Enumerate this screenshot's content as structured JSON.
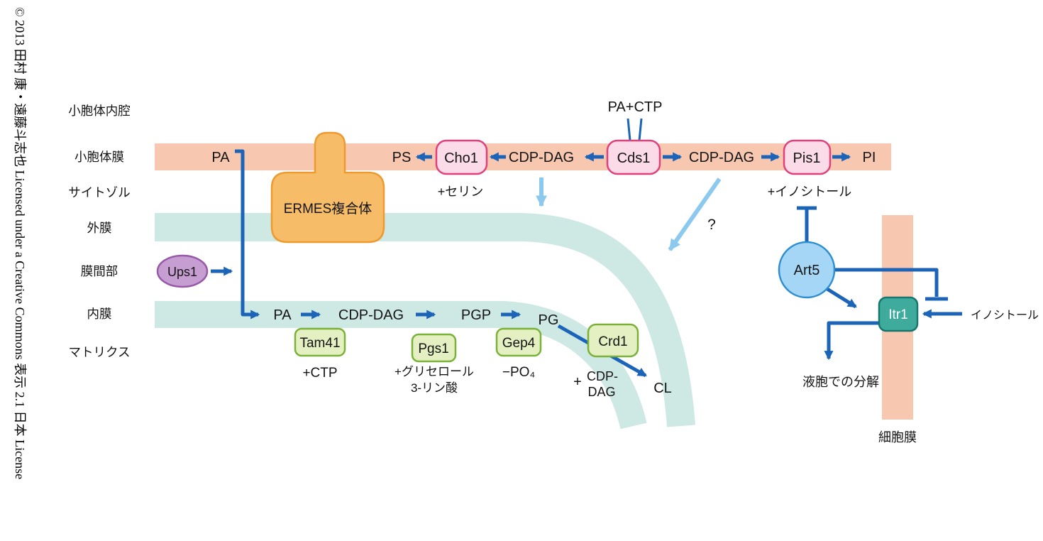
{
  "copyright": "© 2013 田村 康・遠藤斗志也 Licensed under a Creative Commons 表示 2.1 日本 License",
  "colors": {
    "er_membrane": "#f7c7b0",
    "plasma_membrane": "#f7c7b0",
    "mito_membrane": "#cee8e4",
    "arrow_blue": "#1c64b8",
    "arrow_light_blue": "#8cc9ef",
    "ermes_fill": "#f6bc68",
    "ermes_stroke": "#ee9a2e",
    "er_enzyme_fill": "#fadbe7",
    "er_enzyme_stroke": "#e0417d",
    "green_enzyme_fill": "#e4f0c2",
    "green_enzyme_stroke": "#7ab238",
    "ups1_fill": "#c79ed2",
    "ups1_stroke": "#9659a8",
    "art5_fill": "#a5d6f6",
    "art5_stroke": "#2d8ed2",
    "itr1_fill": "#3fab9d",
    "itr1_stroke": "#15776d"
  },
  "compartments": {
    "er_lumen": "小胞体内腔",
    "er_membrane": "小胞体膜",
    "cytosol": "サイトゾル",
    "outer_membrane": "外膜",
    "intermembrane_space": "膜間部",
    "inner_membrane": "内膜",
    "matrix": "マトリクス",
    "plasma_membrane": "細胞膜"
  },
  "er_pathway": {
    "pa": "PA",
    "ps": "PS",
    "cho1": "Cho1",
    "cho1_substrate": "+セリン",
    "cdp_dag_left": "CDP-DAG",
    "cds1": "Cds1",
    "cds1_substrate": "PA+CTP",
    "cdp_dag_right": "CDP-DAG",
    "pis1": "Pis1",
    "pis1_substrate": "+イノシトール",
    "pi": "PI"
  },
  "ermes": {
    "label": "ERMES複合体"
  },
  "ups1": {
    "label": "Ups1"
  },
  "mito_pathway": {
    "pa": "PA",
    "cdp_dag": "CDP-DAG",
    "pgp": "PGP",
    "pg": "PG",
    "cl": "CL",
    "tam41": "Tam41",
    "tam41_substrate": "+CTP",
    "pgs1": "Pgs1",
    "pgs1_substrate_line1": "+グリセロール",
    "pgs1_substrate_line2": "3-リン酸",
    "gep4": "Gep4",
    "gep4_product": "−PO₄",
    "crd1": "Crd1",
    "crd1_substrate_plus": "+",
    "crd1_substrate_line1": "CDP-",
    "crd1_substrate_line2": "DAG",
    "question_mark": "?"
  },
  "plasma": {
    "art5": "Art5",
    "itr1": "Itr1",
    "inositol": "イノシトール",
    "vacuole_degradation": "液胞での分解"
  }
}
